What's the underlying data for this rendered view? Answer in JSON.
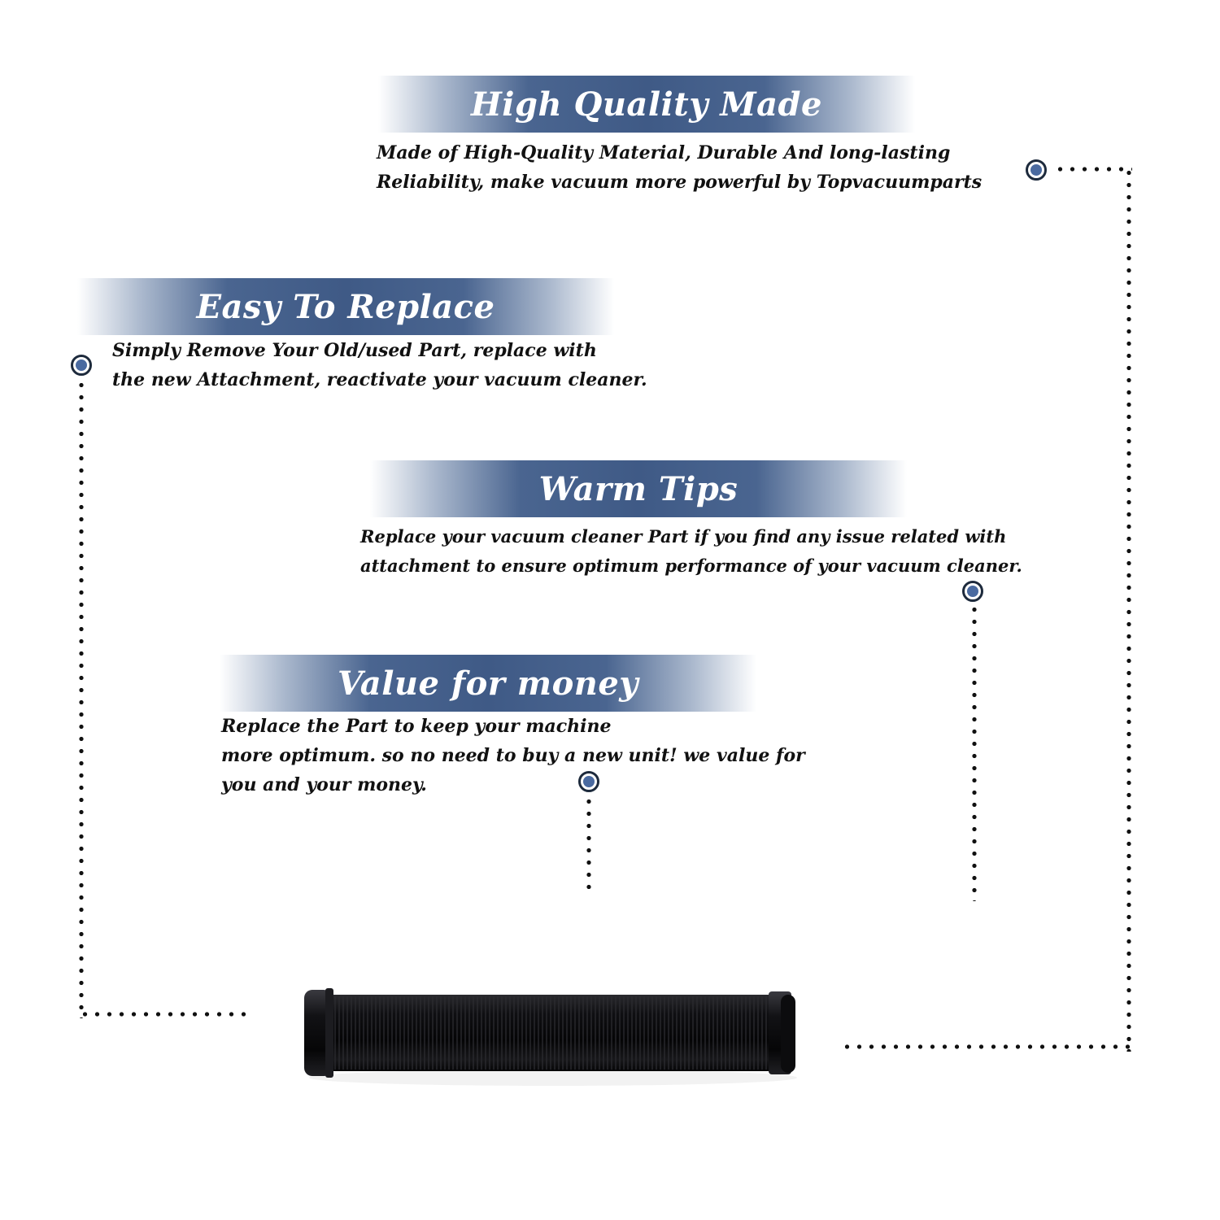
{
  "features": [
    {
      "title": "High Quality Made",
      "lines": [
        "Made of  High-Quality Material, Durable And long-lasting",
        "Reliability, make vacuum more powerful by Topvacuumparts"
      ]
    },
    {
      "title": "Easy To Replace",
      "lines": [
        "Simply Remove Your Old/used Part, replace with",
        "the new Attachment, reactivate your vacuum cleaner."
      ]
    },
    {
      "title": "Warm Tips",
      "lines": [
        "Replace your vacuum cleaner Part if you find any issue related with",
        " attachment to ensure optimum performance of your vacuum cleaner."
      ]
    },
    {
      "title": "Value for money",
      "lines": [
        "Replace the Part to keep your machine",
        "more optimum. so no need to buy a new unit! we value for",
        "you and your money."
      ]
    }
  ],
  "colors": {
    "banner_blue": "#3f5a86",
    "marker_blue": "#4a6aa0",
    "hose_black": "#0b0b0d"
  },
  "icons": {
    "marker": "bullet-target-icon",
    "product": "vacuum-hose-extension-image"
  }
}
